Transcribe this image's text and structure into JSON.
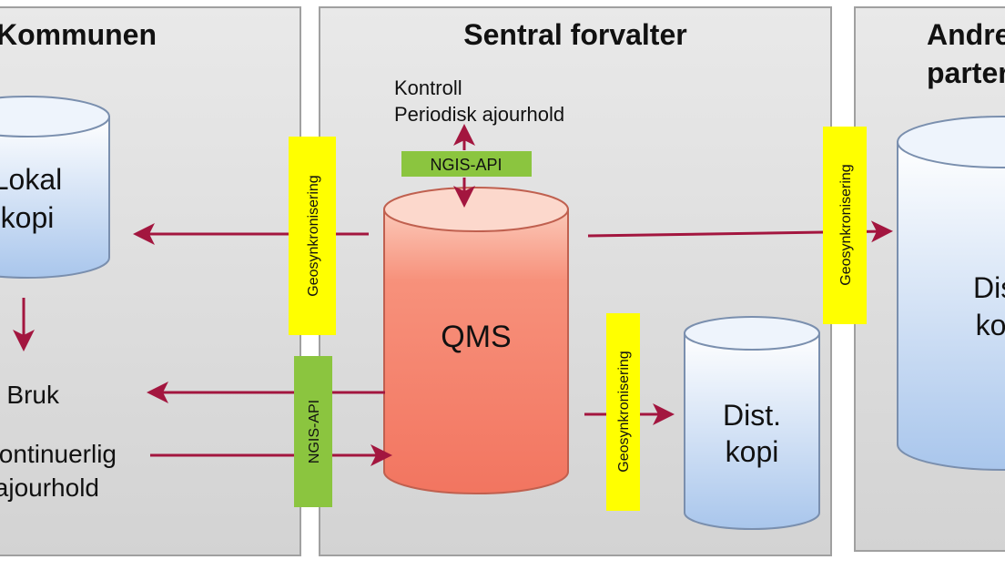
{
  "panels": {
    "left": {
      "title": "Kommunen"
    },
    "center": {
      "title": "Sentral forvalter"
    },
    "right": {
      "title_line1": "Andre",
      "title_line2": "parter"
    }
  },
  "databases": {
    "local": {
      "line1": "Lokal",
      "line2": "kopi"
    },
    "qms": {
      "label": "QMS"
    },
    "dist_center": {
      "line1": "Dist.",
      "line2": "kopi"
    },
    "dist_right": {
      "line1": "Dist.",
      "line2": "kopi"
    }
  },
  "labels": {
    "kontroll": "Kontroll",
    "periodisk": "Periodisk ajourhold",
    "bruk": "Bruk",
    "kontinuerlig": "Kontinuerlig",
    "ajourhold": "ajourhold"
  },
  "tags": {
    "ngis_top": "NGIS-API",
    "ngis_left": "NGIS-API",
    "geosync_left": "Geosynkronisering",
    "geosync_center": "Geosynkronisering",
    "geosync_right": "Geosynkronisering"
  },
  "colors": {
    "arrow": "#a3163f",
    "tag_yellow": "#ffff00",
    "tag_green": "#8bc53f",
    "qms_fill": "#f5806a",
    "dist_fill": "#b9d1ef"
  }
}
